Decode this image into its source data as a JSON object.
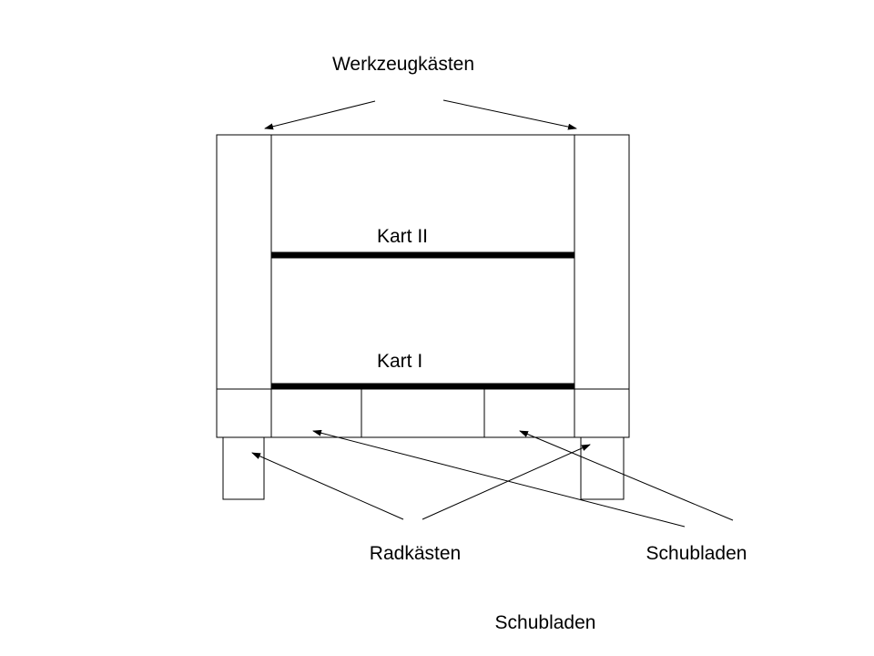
{
  "labels": {
    "toolboxes": "Werkzeugkästen",
    "kart_upper": "Kart II",
    "kart_lower": "Kart I",
    "wheel_boxes": "Radkästen",
    "drawers_right": "Schubladen",
    "drawers_bottom": "Schubladen"
  },
  "colors": {
    "line": "#000000",
    "background": "#ffffff"
  }
}
